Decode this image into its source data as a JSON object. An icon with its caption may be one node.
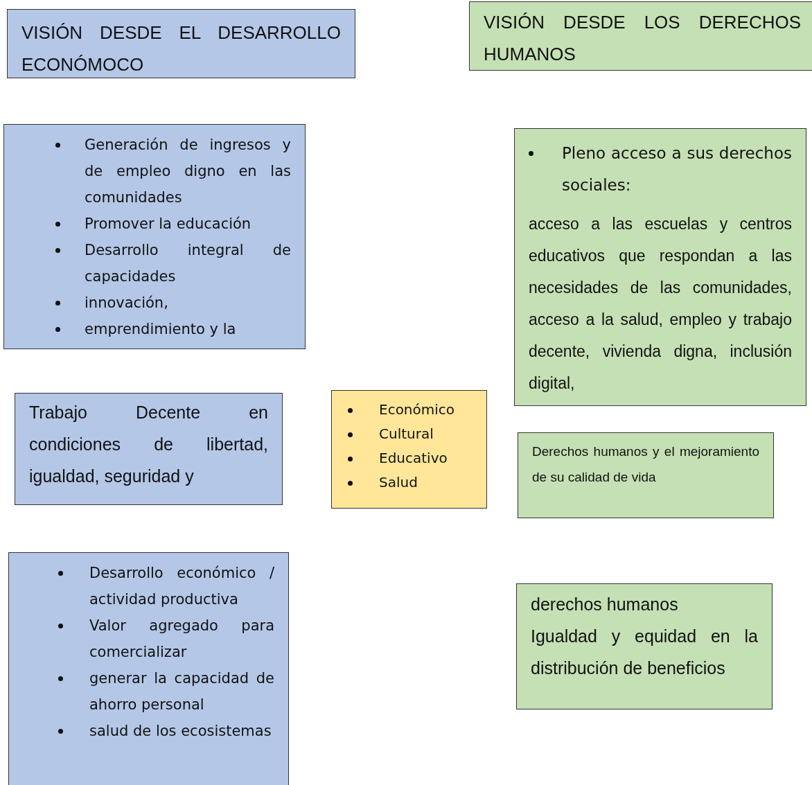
{
  "diagram": {
    "nodes": [
      {
        "text": [
          "VISIÓN DESDE EL DESARROLLO ECONÓMOCO"
        ]
      },
      {
        "text": [
          "VISIÓN DESDE LOS DERECHOS HUMANOS"
        ]
      },
      {
        "text": [
          "Generación de ingresos y de empleo digno en las comunidades",
          "Promover la educación",
          "Desarrollo integral de capacidades",
          "innovación,",
          "emprendimiento y la"
        ]
      },
      {
        "text": [
          "Pleno acceso a sus derechos sociales:",
          "acceso a las escuelas y centros educativos que respondan a las necesidades de las comunidades, acceso a la salud, empleo y trabajo decente, vivienda digna, inclusión digital,"
        ]
      },
      {
        "text": [
          "Trabajo Decente en condiciones de libertad, igualdad, seguridad y"
        ]
      },
      {
        "text": [
          "Económico",
          "Cultural",
          "Educativo",
          "Salud"
        ]
      },
      {
        "text": [
          "Derechos humanos y el mejoramiento de su calidad de vida"
        ]
      },
      {
        "text": [
          "Desarrollo económico / actividad productiva",
          "Valor agregado para comercializar",
          "generar la capacidad de ahorro personal",
          "salud de los ecosistemas"
        ]
      },
      {
        "text": [
          "derechos humanos",
          "Igualdad y equidad en la distribución de beneficios"
        ]
      }
    ]
  }
}
